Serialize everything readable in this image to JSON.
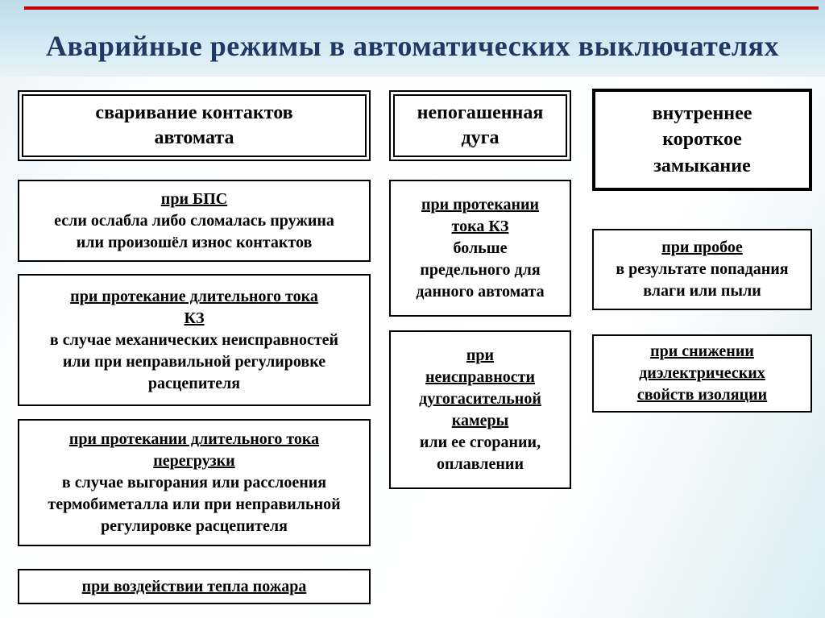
{
  "slide": {
    "title": "Аварийные режимы в автоматических выключателях"
  },
  "colors": {
    "accent_red": "#c00000",
    "title_text": "#1f3864",
    "box_border": "#000000",
    "title_band": "#cfe7f1"
  },
  "columns": [
    {
      "id": "contact-welding",
      "header": "сваривание контактов\nавтомата",
      "boxes": [
        {
          "heading": "при БПС",
          "body": "если ослабла либо сломалась пружина\nили произошёл износ контактов"
        },
        {
          "heading": "при протекание длительного тока\nКЗ",
          "body": "в случае механических неисправностей\nили при неправильной регулировке\nрасцепителя"
        },
        {
          "heading": "при протекании длительного тока\nперегрузки",
          "body": "в случае выгорания или расслоения\nтермобиметалла или при неправильной\nрегулировке расцепителя"
        },
        {
          "heading": "при воздействии тепла пожара",
          "body": ""
        }
      ]
    },
    {
      "id": "unextinguished-arc",
      "header": "непогашенная\nдуга",
      "boxes": [
        {
          "heading": "при протекании\nтока КЗ",
          "body": "больше\nпредельного для\nданного автомата"
        },
        {
          "heading": "при\nнеисправности\nдугогасительной\nкамеры",
          "body": "или ее сгорании,\nоплавлении"
        }
      ]
    },
    {
      "id": "internal-short-circuit",
      "header": "внутреннее\nкороткое\nзамыкание",
      "boxes": [
        {
          "heading": "при пробое",
          "body": "в результате попадания\nвлаги или пыли"
        },
        {
          "heading": "при снижении\nдиэлектрических\nсвойств изоляции",
          "body": ""
        }
      ]
    }
  ]
}
